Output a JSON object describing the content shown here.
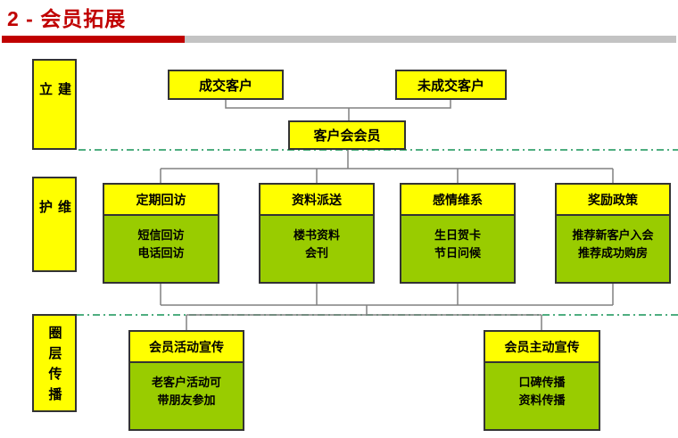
{
  "title": "2 - 会员拓展",
  "colors": {
    "title_red": "#C00000",
    "bar_red": "#C00000",
    "bar_gray": "#C3C3C3",
    "node_yellow": "#FFFF00",
    "node_green": "#99CC00",
    "box_border": "#333333",
    "connector_gray": "#808080",
    "divider_teal": "#4FAE80"
  },
  "side_labels": [
    {
      "label": "建立"
    },
    {
      "label": "维护"
    },
    {
      "label": "圈层传播"
    }
  ],
  "top_section": {
    "closed_customers": "成交客户",
    "unclosed_customers": "未成交客户",
    "club_member": "客户会会员"
  },
  "maintain_columns": [
    {
      "header": "定期回访",
      "body": "短信回访\n电话回访"
    },
    {
      "header": "资料派送",
      "body": "楼书资料\n会刊"
    },
    {
      "header": "感情维系",
      "body": "生日贺卡\n节日问候"
    },
    {
      "header": "奖励政策",
      "body": "推荐新客户入会\n推荐成功购房"
    }
  ],
  "spread_columns": [
    {
      "header": "会员活动宣传",
      "body": "老客户活动可\n带朋友参加"
    },
    {
      "header": "会员主动宣传",
      "body": "口碑传播\n资料传播"
    }
  ]
}
